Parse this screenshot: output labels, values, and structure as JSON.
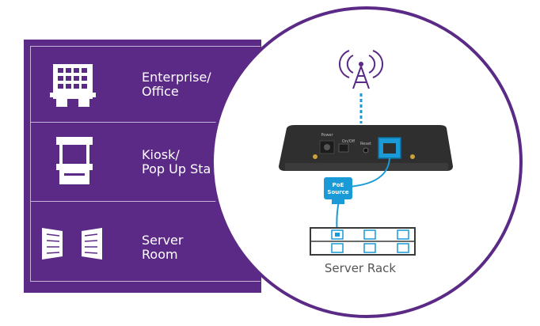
{
  "rows": [
    {
      "label": "Enterprise/\nOffice",
      "icon": "office-building-icon"
    },
    {
      "label": "Kiosk/\nPop Up Stand",
      "icon": "kiosk-icon"
    },
    {
      "label": "Server\nRoom",
      "icon": "server-room-icon"
    }
  ],
  "device": {
    "port_labels": {
      "power": "Power",
      "onoff": "On/Off",
      "reset": "Reset"
    }
  },
  "poe": {
    "line1": "PoE",
    "line2": "Source"
  },
  "rack": {
    "label": "Server Rack"
  },
  "colors": {
    "purple": "#5b2a86",
    "blue": "#1a9ad6",
    "device": "#333333"
  }
}
